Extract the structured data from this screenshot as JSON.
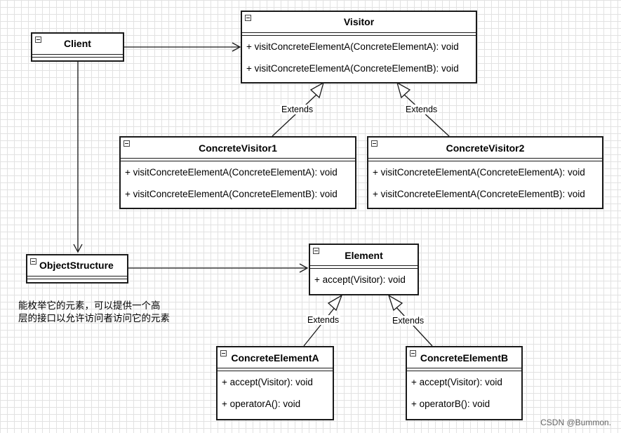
{
  "classes": {
    "client": {
      "name": "Client"
    },
    "visitor": {
      "name": "Visitor",
      "operations": [
        "+ visitConcreteElementA(ConcreteElementA): void",
        "+ visitConcreteElementA(ConcreteElementB): void"
      ]
    },
    "concrete_visitor1": {
      "name": "ConcreteVisitor1",
      "operations": [
        "+ visitConcreteElementA(ConcreteElementA): void",
        "+ visitConcreteElementA(ConcreteElementB): void"
      ]
    },
    "concrete_visitor2": {
      "name": "ConcreteVisitor2",
      "operations": [
        "+ visitConcreteElementA(ConcreteElementA): void",
        "+ visitConcreteElementA(ConcreteElementB): void"
      ]
    },
    "object_structure": {
      "name": "ObjectStructure"
    },
    "element": {
      "name": "Element",
      "operations": [
        "+ accept(Visitor): void"
      ]
    },
    "concrete_element_a": {
      "name": "ConcreteElementA",
      "operations": [
        "+ accept(Visitor): void",
        "+ operatorA(): void"
      ]
    },
    "concrete_element_b": {
      "name": "ConcreteElementB",
      "operations": [
        "+ accept(Visitor): void",
        "+ operatorB(): void"
      ]
    }
  },
  "relations": {
    "extends_label": "Extends"
  },
  "note": {
    "line1": "能枚举它的元素，可以提供一个高",
    "line2": "层的接口以允许访问者访问它的元素"
  },
  "watermark": "CSDN @Bummon."
}
